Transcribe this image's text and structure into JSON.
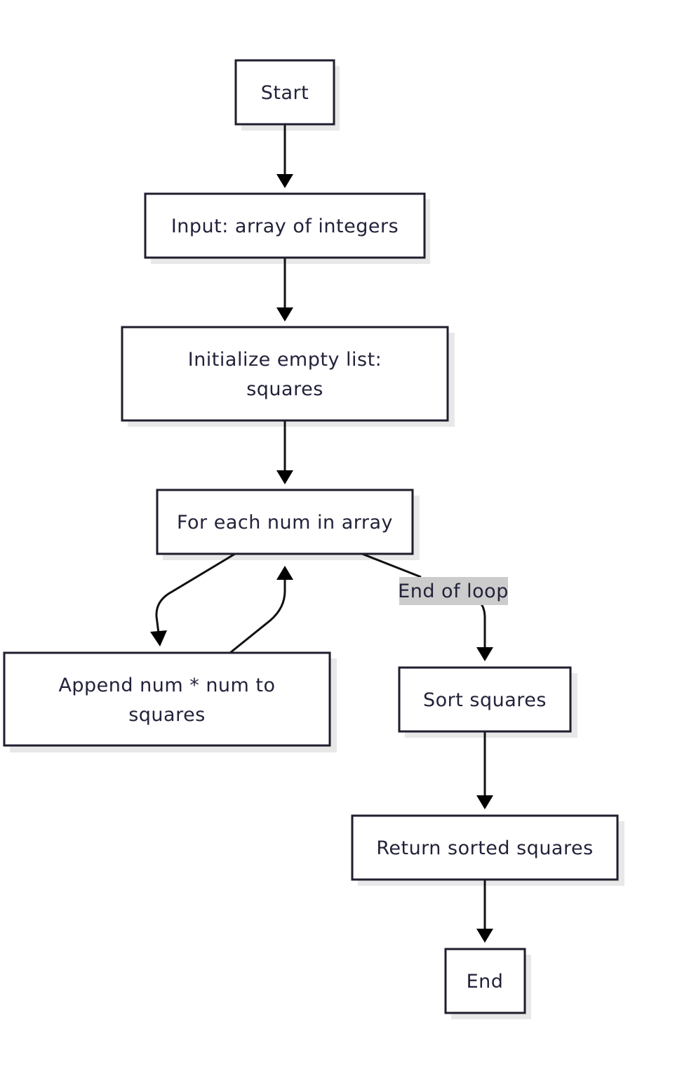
{
  "nodes": {
    "start": {
      "label": "Start"
    },
    "input": {
      "label": "Input: array of integers"
    },
    "init": {
      "line1": "Initialize empty list:",
      "line2": "squares"
    },
    "loop": {
      "label": "For each num in array"
    },
    "append": {
      "line1": "Append num * num to",
      "line2": "squares"
    },
    "sort": {
      "label": "Sort squares"
    },
    "return": {
      "label": "Return sorted squares"
    },
    "end": {
      "label": "End"
    }
  },
  "edges": {
    "end_of_loop": {
      "label": "End of loop"
    }
  },
  "colors": {
    "node_border": "#1e1e2e",
    "node_fill": "#ffffff",
    "shadow": "#e8e8e8",
    "edge": "#111111",
    "edge_label_bg": "#cccccc",
    "text": "#22223a"
  }
}
